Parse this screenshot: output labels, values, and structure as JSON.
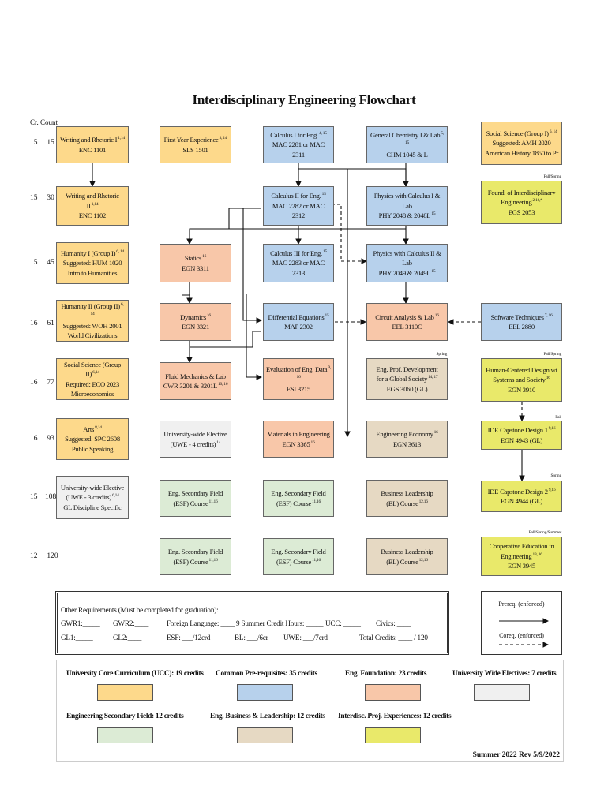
{
  "title": "Interdisciplinary Engineering Flowchart",
  "cr_count_label": "Cr. Count",
  "rows": [
    {
      "sem": "15",
      "cum": "15"
    },
    {
      "sem": "15",
      "cum": "30"
    },
    {
      "sem": "15",
      "cum": "45"
    },
    {
      "sem": "16",
      "cum": "61"
    },
    {
      "sem": "16",
      "cum": "77"
    },
    {
      "sem": "16",
      "cum": "93"
    },
    {
      "sem": "15",
      "cum": "108"
    },
    {
      "sem": "12",
      "cum": "120"
    }
  ],
  "courses": {
    "wr1": {
      "l1": "Writing and Rhetoric I",
      "s1": "1,14",
      "l2": "ENC 1101"
    },
    "fye": {
      "l1": "First Year Experience",
      "s1": "3, 14",
      "l2": "SLS 1501"
    },
    "calc1": {
      "l1": "Calculus I for Eng.",
      "s1": "4, 15",
      "l2": "MAC 2281 or MAC 2311"
    },
    "chem": {
      "l1": "General Chemistry I & Lab",
      "s1": "5, 15",
      "l2": "CHM 1045 & L"
    },
    "soc1": {
      "l1": "Social Science (Group I)",
      "s1": "6, 14",
      "l2": "Suggested: AMH 2020",
      "l3": "American History 1850 to Pr"
    },
    "wr2": {
      "l1": "Writing and Rhetoric II",
      "s1": "1,14",
      "l2": "ENC 1102"
    },
    "calc2": {
      "l1": "Calculus II for Eng.",
      "s1": "15",
      "l2": "MAC 2282 or MAC 2312"
    },
    "phy1": {
      "l1": "Physics with Calculus I & Lab",
      "l2": "PHY 2048 & 2048L",
      "s2": "15"
    },
    "found": {
      "l1": "Found. of Interdisciplinary",
      "l2": "Engineering",
      "s2": "2,16,*",
      "l3": "EGS 2053"
    },
    "hum1": {
      "l1": "Humanity I (Group I)",
      "s1": "6, 14",
      "l2": "Suggested: HUM 1020",
      "l3": "Intro to Humanities"
    },
    "statics": {
      "l1": "Statics",
      "s1": "16",
      "l2": "EGN 3311"
    },
    "calc3": {
      "l1": "Calculus III for Eng.",
      "s1": "15",
      "l2": "MAC 2283 or MAC 2313"
    },
    "phy2": {
      "l1": "Physics with Calculus II & Lab",
      "l2": "PHY 2049 & 2049L",
      "s2": "15"
    },
    "hum2": {
      "l1": "Humanity II (Group II)",
      "s1": "6, 14",
      "l2": "Suggested: WOH 2001",
      "l3": "World Civilizations"
    },
    "dyn": {
      "l1": "Dynamics",
      "s1": "16",
      "l2": "EGN 3321"
    },
    "diffeq": {
      "l1": "Differential Equations",
      "s1": "15",
      "l2": "MAP 2302"
    },
    "circ": {
      "l1": "Circuit Analysis & Lab",
      "s1": "16",
      "l2": "EEL 3110C"
    },
    "soft": {
      "l1": "Software Techniques",
      "s1": "7, 16",
      "l2": "EEL 2880"
    },
    "soc2": {
      "l1": "Social Science (Group II)",
      "s1": "6,14",
      "l2": "Required:  ECO 2023",
      "l3": "Microeconomics"
    },
    "fluid": {
      "l1": "Fluid Mechanics & Lab",
      "l2": "CWR 3201 & 3201L",
      "s2": "10, 16"
    },
    "evaldata": {
      "l1": "Evaluation of Eng. Data",
      "s1": "9, 16",
      "l2": "ESI 3215"
    },
    "profdev": {
      "l1": "Eng. Prof. Development",
      "l2": "for a Global Society",
      "s2": "14, 17",
      "l3": "EGS 3060 (GL)"
    },
    "hcd": {
      "l1": "Human-Centered Design wi",
      "l2": "Systems and Society",
      "s2": "16",
      "l3": "EGN 3910"
    },
    "arts": {
      "l1": "Arts",
      "s1": "8,14",
      "l2": "Suggested: SPC 2608",
      "l3": "Public Speaking"
    },
    "uwe4": {
      "l1": "University-wide Elective",
      "l2": "(UWE - 4 credits)",
      "s2": "14"
    },
    "mat": {
      "l1": "Materials in Engineering",
      "l2": "EGN 3365",
      "s2": "16"
    },
    "econ": {
      "l1": "Engineering Economy",
      "s1": "16",
      "l2": "EGN 3613"
    },
    "cap1": {
      "l1": "IDE Capstone Design 1",
      "s1": "9,16",
      "l2": "EGN 4943 (GL)"
    },
    "uwe3": {
      "l1": "University-wide Elective",
      "l2": "(UWE - 3 credits)",
      "s2": "6,14",
      "l3": "GL Discipline Specific"
    },
    "esf1": {
      "l1": "Eng. Secondary Field",
      "l2": "(ESF) Course",
      "s2": "11,16"
    },
    "esf2": {
      "l1": "Eng. Secondary Field",
      "l2": "(ESF) Course",
      "s2": "11,16"
    },
    "bl1": {
      "l1": "Business Leadership",
      "l2": "(BL) Course",
      "s2": "12,16"
    },
    "cap2": {
      "l1": "IDE Capstone Design 2",
      "s1": "9,16",
      "l2": "EGN 4944 (GL)"
    },
    "esf3": {
      "l1": "Eng. Secondary Field",
      "l2": "(ESF) Course",
      "s2": "11,16"
    },
    "esf4": {
      "l1": "Eng. Secondary Field",
      "l2": "(ESF) Course",
      "s2": "11,16"
    },
    "bl2": {
      "l1": "Business Leadership",
      "l2": "(BL) Course",
      "s2": "12,16"
    },
    "coop": {
      "l1": "Cooperative Education in",
      "l2": "Engineering",
      "s2": "13, 16",
      "l3": "EGN 3945"
    }
  },
  "terms": {
    "found": "Fall/Spring",
    "profdev": "Spring",
    "hcd": "Fall/Spring",
    "cap1": "Fall",
    "cap2": "Spring",
    "coop": "Fall/Spring/Summer"
  },
  "requirements": {
    "heading": "Other Requirements (Must be completed for graduation):",
    "gwr1": "GWR1:_____",
    "gwr2": "GWR2:____",
    "foreign": "Foreign Language: ____",
    "summer": "9 Summer Credit Hours: _____",
    "ucc": "UCC: _____",
    "civics": "Civics: ____",
    "gl1": "GL1:_____",
    "gl2": "GL2:____",
    "esf": "ESF: ___/12crd",
    "bl": "BL: ___/6cr",
    "uwe": "UWE: ___/7crd",
    "total": "Total Credits: ____ / 120"
  },
  "arrow_legend": {
    "prereq": "Prereq. (enforced)",
    "coreq": "Coreq. (enforced)"
  },
  "legend": [
    {
      "label": "University Core Curriculum (UCC): 19 credits",
      "color": "#fdd98b"
    },
    {
      "label": "Common Pre-requisites: 35 credits",
      "color": "#b7d1ec"
    },
    {
      "label": "Eng. Foundation: 23 credits",
      "color": "#f8c7a9"
    },
    {
      "label": "University Wide Electives: 7 credits",
      "color": "#f0f0f0"
    },
    {
      "label": "Engineering Secondary Field: 12 credits",
      "color": "#dcebd5"
    },
    {
      "label": "Eng. Business & Leadership: 12 credits",
      "color": "#e6d9c3"
    },
    {
      "label": "Interdisc. Proj. Experiences: 12 credits",
      "color": "#e9e96a"
    }
  ],
  "revision": "Summer 2022 Rev 5/9/2022"
}
